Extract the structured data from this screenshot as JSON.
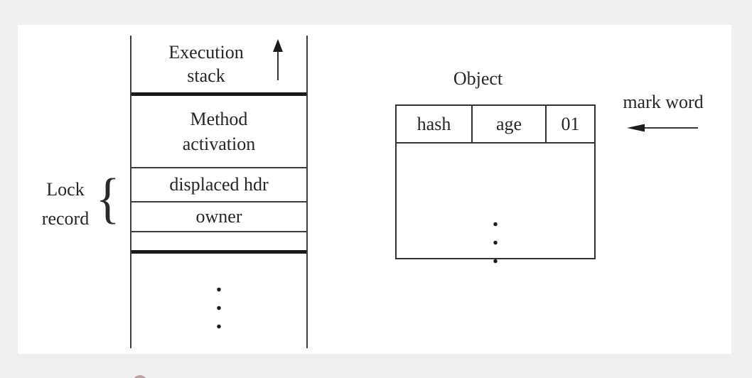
{
  "colors": {
    "background": "#f0efef",
    "panel": "#ffffff",
    "line": "#3c3c3c",
    "thick_line": "#1a1a1a",
    "text": "#262626",
    "page_dot": "#b7a2a1"
  },
  "stack": {
    "title_line1": "Execution",
    "title_line2": "stack",
    "method_line1": "Method",
    "method_line2": "activation",
    "displaced_hdr": "displaced hdr",
    "owner": "owner"
  },
  "lock_record": {
    "label_line1": "Lock",
    "label_line2": "record",
    "brace": "{"
  },
  "object": {
    "title": "Object",
    "cells": [
      "hash",
      "age",
      "01"
    ]
  },
  "mark_word": {
    "label": "mark word"
  },
  "symbols": {
    "dot": "."
  }
}
